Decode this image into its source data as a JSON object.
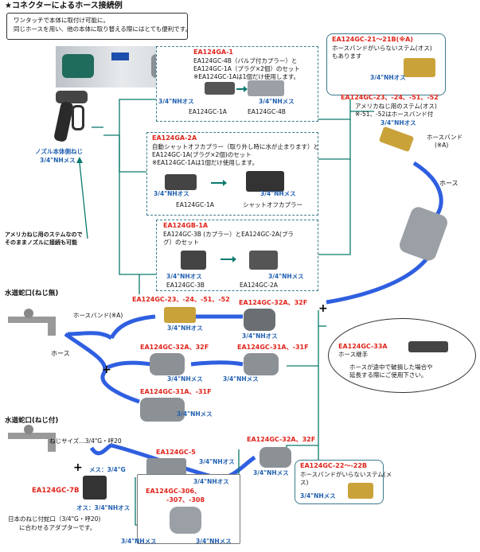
{
  "title": "★コネクターによるホース接続例",
  "intro": {
    "line1": "ワンタッチで本体に取付け可能に。",
    "line2": "同じホースを用い、他の本体に取り替える際にはとても便利です。"
  },
  "nozzle": {
    "label": "ノズル本体側ねじ",
    "spec": "3/4\"NHメス"
  },
  "nozzle_note": {
    "line1": "アメリカねじ用のステムなので",
    "line2": "そのままノズルに接続も可能"
  },
  "box_ga1": {
    "code": "EA124GA-1",
    "line1": "EA124GC-4B（バルブ付カプラー）と",
    "line2": "EA124GC-1A（プラグ×2個）のセット",
    "line3": "※EA124GC-1Aは1個だけ使用します。",
    "spec_left": "3/4\"NHオス",
    "spec_right": "3/4\"NHメス",
    "part_left": "EA124GC-1A",
    "part_right": "EA124GC-4B"
  },
  "box_ga2": {
    "code": "EA124GA-2A",
    "line1": "自動シャットオフカプラー（取り外し時に水が止まります）と",
    "line2": "EA124GC-1A(プラグ×2個)のセット",
    "line3": "※EA124GC-1Aは1個だけ使用します。",
    "spec_left": "3/4\"NHオス",
    "spec_right": "3/4\"NHメス",
    "part_left": "EA124GC-1A",
    "part_right": "シャットオフカプラー"
  },
  "box_gb1": {
    "code": "EA124GB-1A",
    "line1": "EA124GC-3B (カプラー）とEA124GC-2A(プラ",
    "line2": "グ）のセット",
    "spec_left": "3/4\"NHオス",
    "spec_right": "3/4\"NHメス",
    "part_left": "EA124GC-3B",
    "part_right": "EA124GC-2A"
  },
  "box_21": {
    "code": "EA124GC-21～21B(※A)",
    "line1": "ホースバンドがいらないステム(オス)",
    "line2": "もあります",
    "spec": "3/4\"NHオス"
  },
  "stem_right": {
    "code": "EA124GC-23、-24、-51、-52",
    "line1": "アメリカねじ用のステム(オス)",
    "line2": "※-51、-52はホースバンド付",
    "spec": "3/4\"NHオス",
    "band": "ホースバンド",
    "band_note": "(※A)",
    "hose": "ホース"
  },
  "faucet1": {
    "title": "水道蛇口(ねじ無)",
    "band": "ホースバンド(※A)",
    "hose": "ホース"
  },
  "faucet2": {
    "title": "水道蛇口(ねじ付)",
    "thread": "ねじサイズ…3/4\"G・呼20"
  },
  "stem_left": {
    "code": "EA124GC-23、-24、-51、-52",
    "spec": "3/4\"NHオス"
  },
  "c32a_top": {
    "code": "EA124GC-32A、32F",
    "spec": "3/4\"NHオス"
  },
  "c32a_mid": {
    "code": "EA124GC-32A、32F",
    "spec": "3/4\"NHメス"
  },
  "c31a_mid": {
    "code": "EA124GC-31A、-31F",
    "spec": "3/4\"NHメス"
  },
  "c31a_low": {
    "code": "EA124GC-31A、-31F",
    "spec": "3/4\"NHメス"
  },
  "c32a_low": {
    "code": "EA124GC-32A、32F",
    "spec": "3/4\"NHメス"
  },
  "joint": {
    "code": "EA124GC-33A",
    "name": "ホース継手",
    "line1": "ホースが途中で破損した場合や",
    "line2": "延長する際にご使用下さい。"
  },
  "box_22": {
    "code": "EA124GC-22～-22B",
    "line1": "ホースバンドがいらないステム(メ",
    "line2": "ス)",
    "spec": "3/4\"NHメス"
  },
  "gc5": {
    "code": "EA124GC-5",
    "spec": "3/4\"NHオス"
  },
  "gc7b": {
    "code": "EA124GC-7B",
    "female": "メス：3/4\"G",
    "male": "オス：3/4\"NHオス",
    "note1": "日本のねじ付蛇口（3/4\"G・呼20)",
    "note2": "に合わせるアダプターです。"
  },
  "gc306": {
    "code": "EA124GC-306、",
    "code2": "-307、-308",
    "spec_top": "3/4\"NHオス",
    "spec_left": "3/4\"NHメス",
    "spec_right": "3/4\"NHメス"
  },
  "colors": {
    "red": "#e0241b",
    "blue": "#1f5fb0",
    "hose": "#2f5fe0",
    "line": "#3a7a8c",
    "arrow": "#0b7a6e"
  }
}
